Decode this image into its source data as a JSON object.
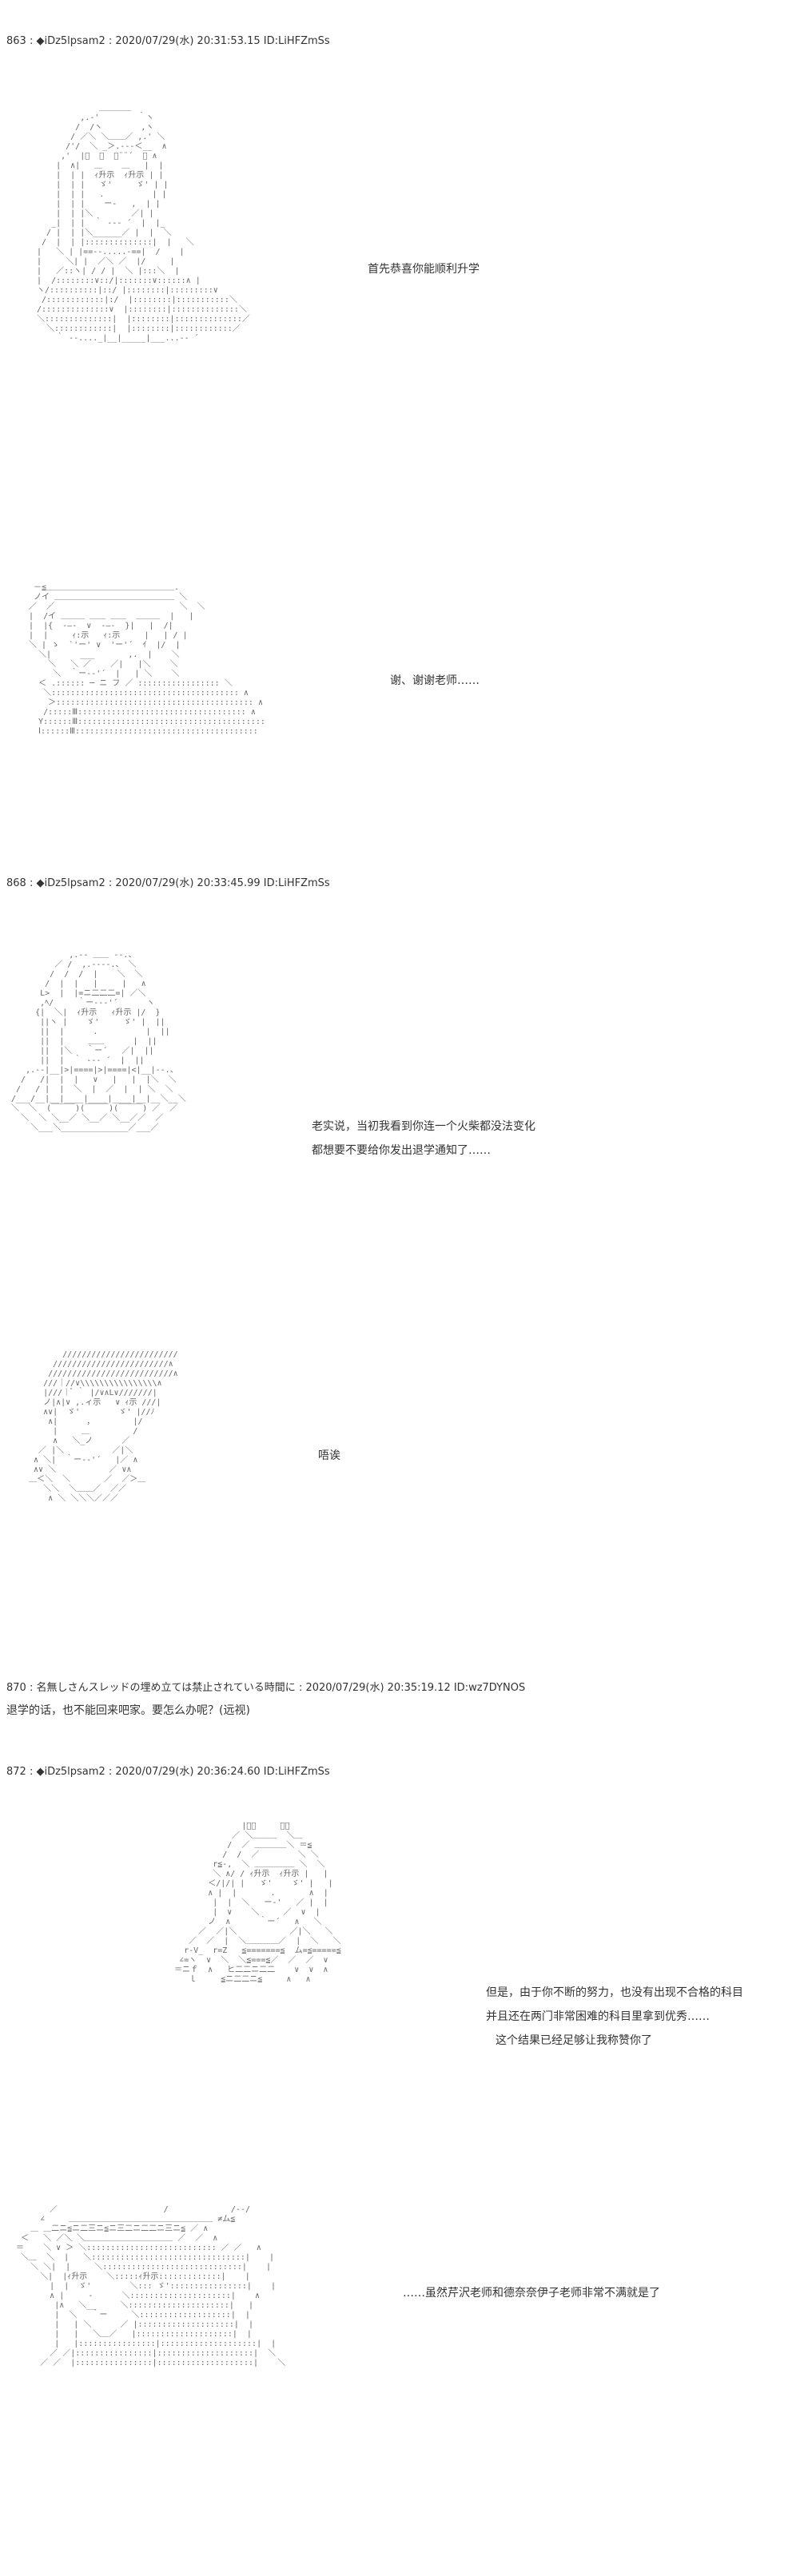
{
  "posts": [
    {
      "header": "863 : ◆iDz5lpsam2 : 2020/07/29(水) 20:31:53.15 ID:LiHFZmSs",
      "lines": [
        "首先恭喜你能顺利升学",
        "谢、谢谢老师……"
      ]
    },
    {
      "header": "868 : ◆iDz5lpsam2 : 2020/07/29(水) 20:33:45.99 ID:LiHFZmSs",
      "lines": [
        "老实说，当初我看到你连一个火柴都没法变化",
        "都想要不要给你发出退学通知了……",
        "唔诶"
      ]
    },
    {
      "header": "870 : 名無しさんスレッドの埋め立ては禁止されている時間に : 2020/07/29(水) 20:35:19.12 ID:wz7DYNOS",
      "lines": [
        "退学的话，也不能回来吧家。要怎么办呢？(远视)"
      ]
    },
    {
      "header": "872 : ◆iDz5lpsam2 : 2020/07/29(水) 20:36:24.60 ID:LiHFZmSs",
      "lines": [
        "但是，由于你不断的努力，也没有出现不合格的科目",
        "并且还在两门非常困难的科目里拿到优秀……",
        "这个结果已经足够让我称赞你了",
        "……虽然芹沢老师和德奈奈伊子老师非常不满就是了"
      ]
    }
  ]
}
